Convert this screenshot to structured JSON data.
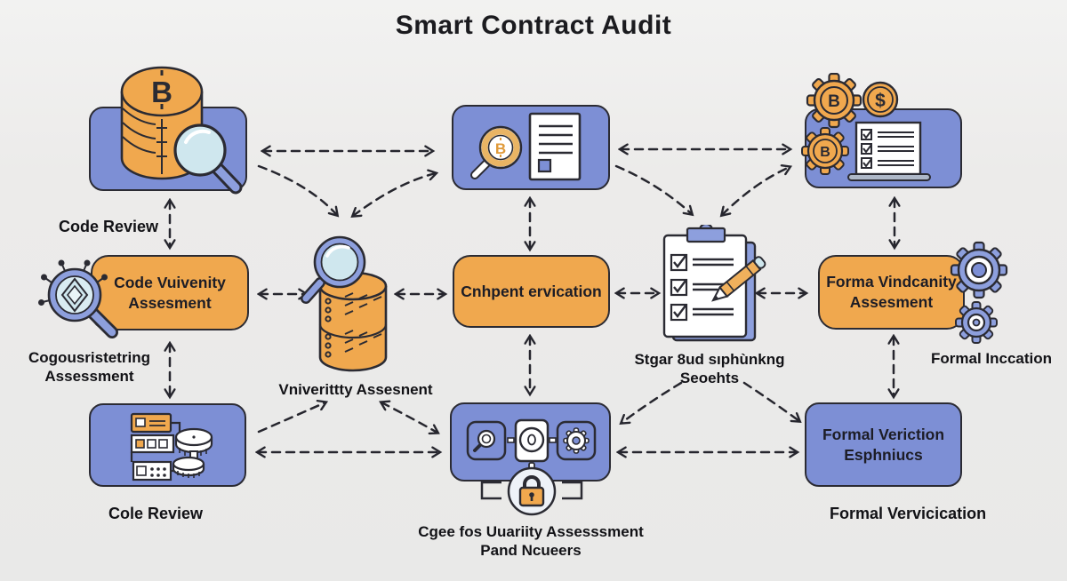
{
  "title": "Smart Contract Audit",
  "glyphs": {
    "bitcoin": "B",
    "dollar": "$"
  },
  "colors": {
    "background": "#ecebea",
    "node_blue": "#7d8fd5",
    "node_orange": "#f0a84e",
    "outline": "#2b2b33",
    "lens_blue": "#cfe7ee",
    "accent_blue": "#8d9fdd",
    "white": "#ffffff"
  },
  "nodes": {
    "top_left": {
      "caption": "Code Review"
    },
    "mid_left": {
      "line1": "Code Vuivenity",
      "line2": "Assesment",
      "caption1": "Cogousristetring",
      "caption2": "Assessment"
    },
    "database": {
      "caption": "Vniverittty Assesnent"
    },
    "mid_center": {
      "line1": "Cnhpent ervication"
    },
    "clipboard": {
      "caption1": "Stgar 8ud sıphùnkng",
      "caption2": "Seoehts"
    },
    "mid_right": {
      "line1": "Forma Vindcanity",
      "line2": "Assesment",
      "caption": "Formal Inccation"
    },
    "bottom_left": {
      "caption": "Cole Review"
    },
    "bottom_center": {
      "caption1": "Cgee fos Uuariity Assesssment",
      "caption2": "Pand Ncueers"
    },
    "bottom_right": {
      "line1": "Formal Veriction",
      "line2": "Esphniucs",
      "caption": "Formal Vervicication"
    }
  }
}
